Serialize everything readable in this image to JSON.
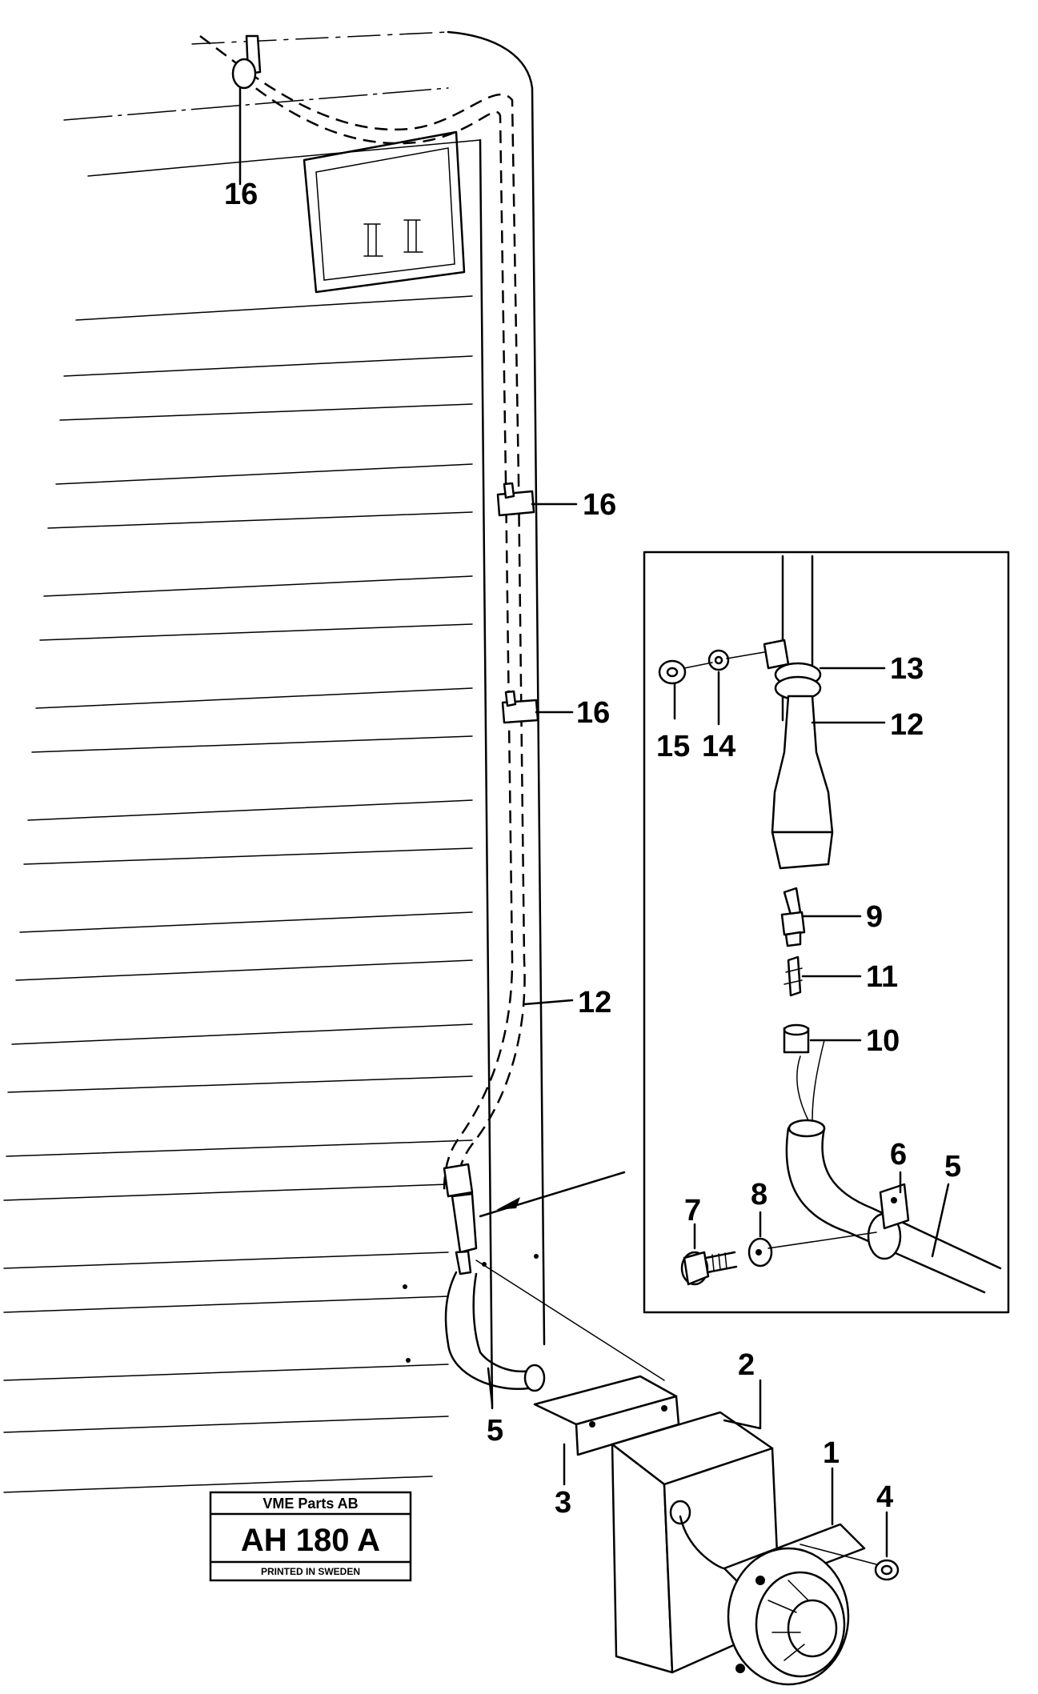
{
  "diagram": {
    "callouts": [
      "16",
      "16",
      "16",
      "12",
      "13",
      "12",
      "15",
      "14",
      "9",
      "11",
      "10",
      "6",
      "5",
      "7",
      "8",
      "5",
      "2",
      "1",
      "4",
      "3"
    ],
    "stamp": {
      "company": "VME Parts AB",
      "code": "AH 180 A",
      "printed": "PRINTED IN SWEDEN"
    }
  }
}
